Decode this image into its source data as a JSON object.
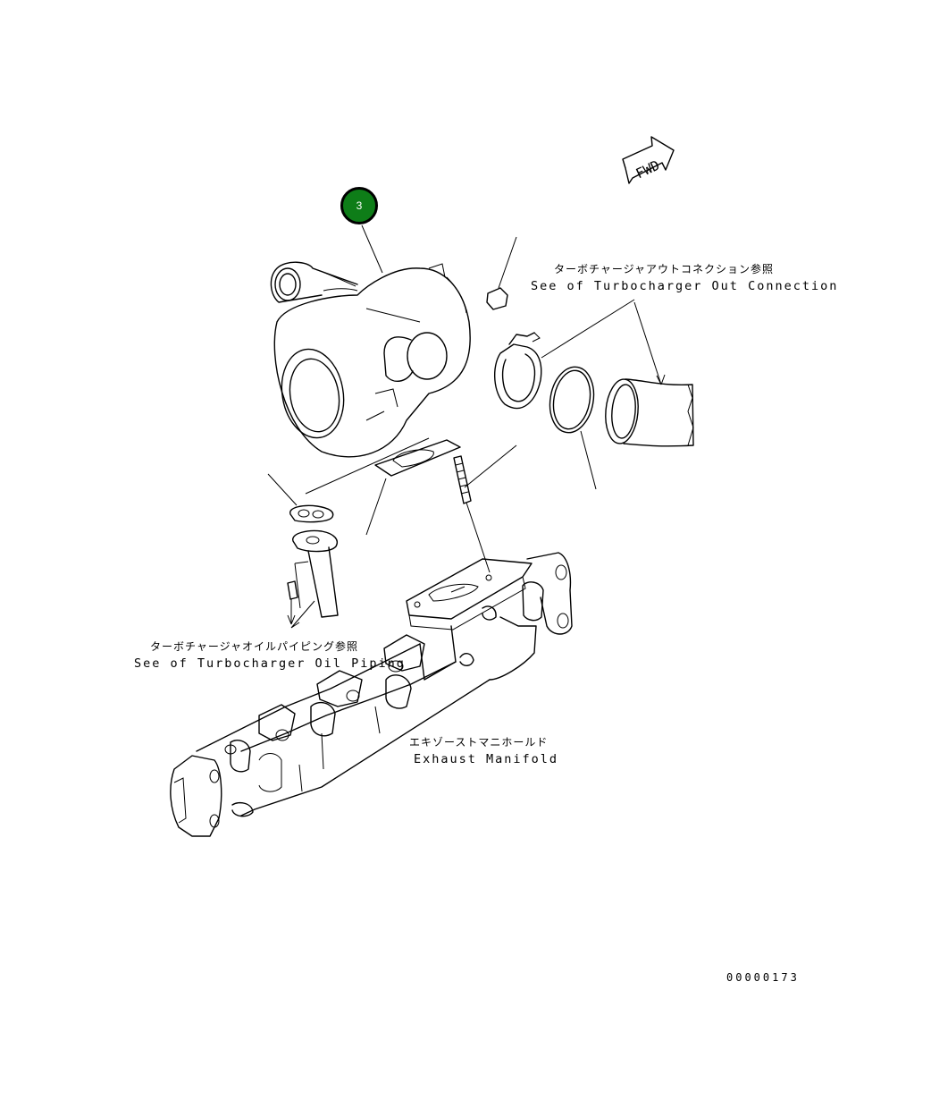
{
  "callout": {
    "number": "3",
    "color": "#0e7d18"
  },
  "fwd_label": "FWD",
  "labels": {
    "out_connection_jp": "ターボチャージャアウトコネクション参照",
    "out_connection_en": "See of Turbocharger Out Connection",
    "oil_piping_jp": "ターボチャージャオイルパイピング参照",
    "oil_piping_en": "See of Turbocharger Oil Piping",
    "manifold_jp": "エキゾーストマニホールド",
    "manifold_en": "Exhaust Manifold"
  },
  "drawing_number": "00000173"
}
